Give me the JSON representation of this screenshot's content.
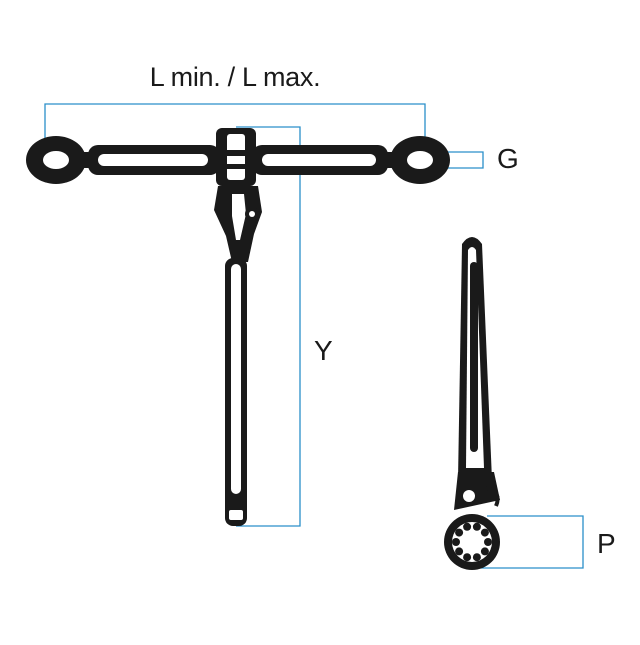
{
  "labels": {
    "length": "L min. / L max.",
    "grip": "G",
    "handle_height": "Y",
    "ratchet_pitch": "P"
  },
  "colors": {
    "dimension_line": "#2a8fc9",
    "tool_outline": "#1a1a1a",
    "background": "#ffffff"
  }
}
